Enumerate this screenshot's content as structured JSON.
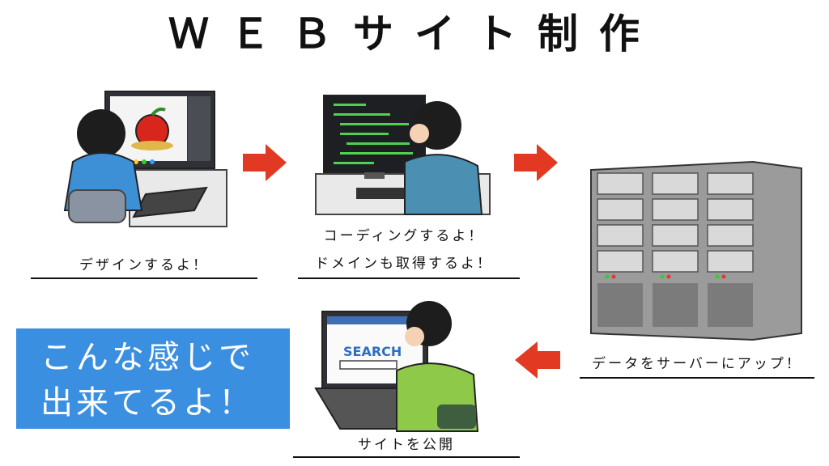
{
  "title": "ＷＥＢサイト制作",
  "steps": {
    "design": {
      "caption": "デザインするよ！"
    },
    "coding": {
      "caption_line1": "コーディングするよ！",
      "caption_line2": "ドメインも取得するよ！"
    },
    "upload": {
      "caption": "データをサーバーにアップ！"
    },
    "publish": {
      "caption": "サイトを公開",
      "search_text": "SEARCH"
    }
  },
  "promo": {
    "line1": "こんな感じで",
    "line2": "出来てるよ！"
  },
  "colors": {
    "arrow": "#e23a22",
    "promo_bg": "#3a8fe0",
    "rule": "#111111"
  },
  "icons": [
    "right-arrow-icon",
    "left-arrow-icon"
  ]
}
